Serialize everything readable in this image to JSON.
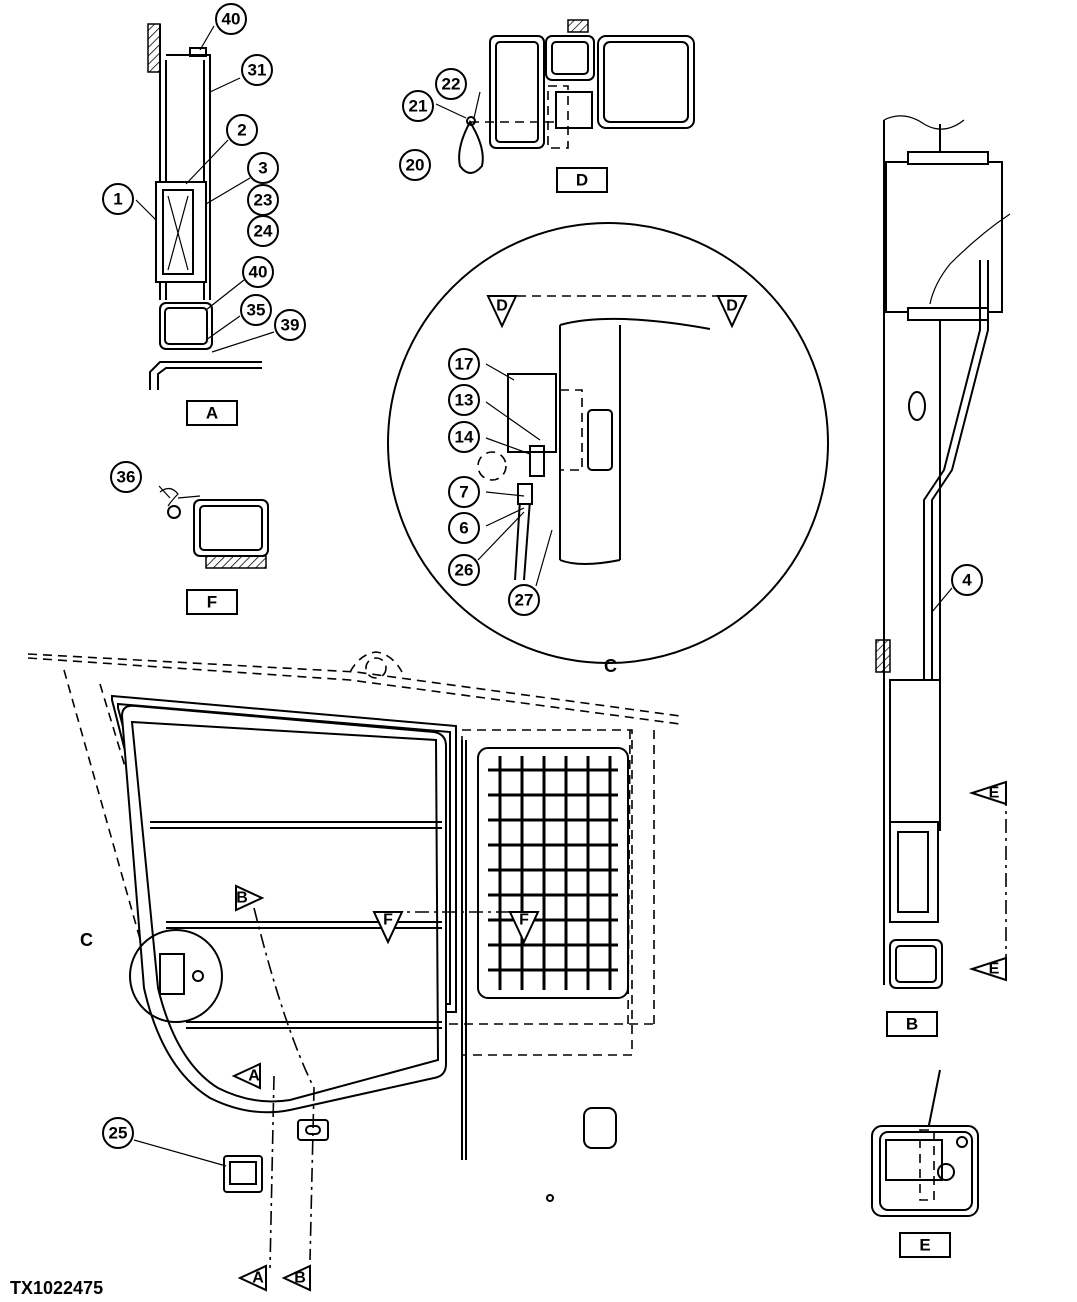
{
  "figure_id": "TX1022475",
  "views": {
    "A": "A",
    "B": "B",
    "C": "C",
    "D": "D",
    "E": "E",
    "F": "F"
  },
  "callouts": {
    "n1": "1",
    "n2": "2",
    "n3": "3",
    "n4": "4",
    "n6": "6",
    "n7": "7",
    "n13": "13",
    "n14": "14",
    "n17": "17",
    "n20": "20",
    "n21": "21",
    "n22": "22",
    "n23": "23",
    "n24": "24",
    "n25": "25",
    "n26": "26",
    "n27": "27",
    "n31": "31",
    "n35": "35",
    "n36": "36",
    "n39": "39",
    "n40": "40"
  }
}
